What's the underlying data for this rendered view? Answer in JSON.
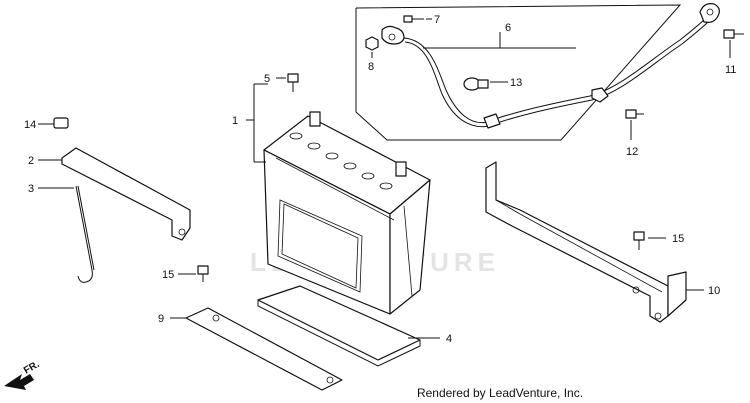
{
  "watermark": "LEADVENTURE",
  "footer": "Rendered by LeadVenture, Inc.",
  "direction": {
    "label": "FR.",
    "icon": "front-arrow-icon"
  },
  "callouts": {
    "c1": "1",
    "c2": "2",
    "c3": "3",
    "c4": "4",
    "c5": "5",
    "c6": "6",
    "c7": "7",
    "c8": "8",
    "c9": "9",
    "c10": "10",
    "c11": "11",
    "c12": "12",
    "c13": "13",
    "c14": "14",
    "c15a": "15",
    "c15b": "15"
  },
  "colors": {
    "line": "#111111",
    "background": "#ffffff",
    "watermark": "#e4e4e4"
  }
}
